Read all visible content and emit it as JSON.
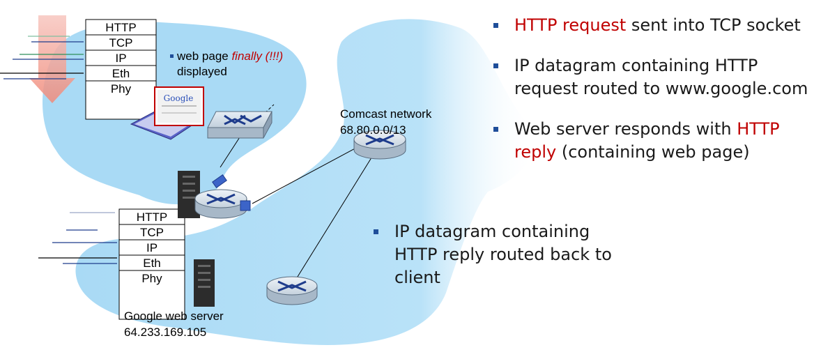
{
  "client_stack": [
    "HTTP",
    "TCP",
    "IP",
    "Eth",
    "Phy"
  ],
  "server_stack": [
    "HTTP",
    "TCP",
    "IP",
    "Eth",
    "Phy"
  ],
  "client_caption": {
    "prefix": "web page ",
    "emph": "finally (!!!)",
    "line2": "displayed"
  },
  "comcast": {
    "name": "Comcast network",
    "subnet": "68.80.0.0/13"
  },
  "google": {
    "name": "Google web server",
    "ip": "64.233.169.105"
  },
  "browser_logo": "Google",
  "bullets": [
    {
      "red": "HTTP request",
      "rest": " sent into TCP socket"
    },
    {
      "text": "IP datagram containing HTTP request routed to www.google.com"
    },
    {
      "before": "Web server responds with ",
      "red": "HTTP reply",
      "after": " (containing web page)"
    }
  ],
  "bullet4": "IP datagram containing HTTP reply routed back to client",
  "colors": {
    "cloud": "#a9daf5",
    "router": "#1e3c8c",
    "accent": "#c00000",
    "bullet": "#1f4e9a"
  }
}
